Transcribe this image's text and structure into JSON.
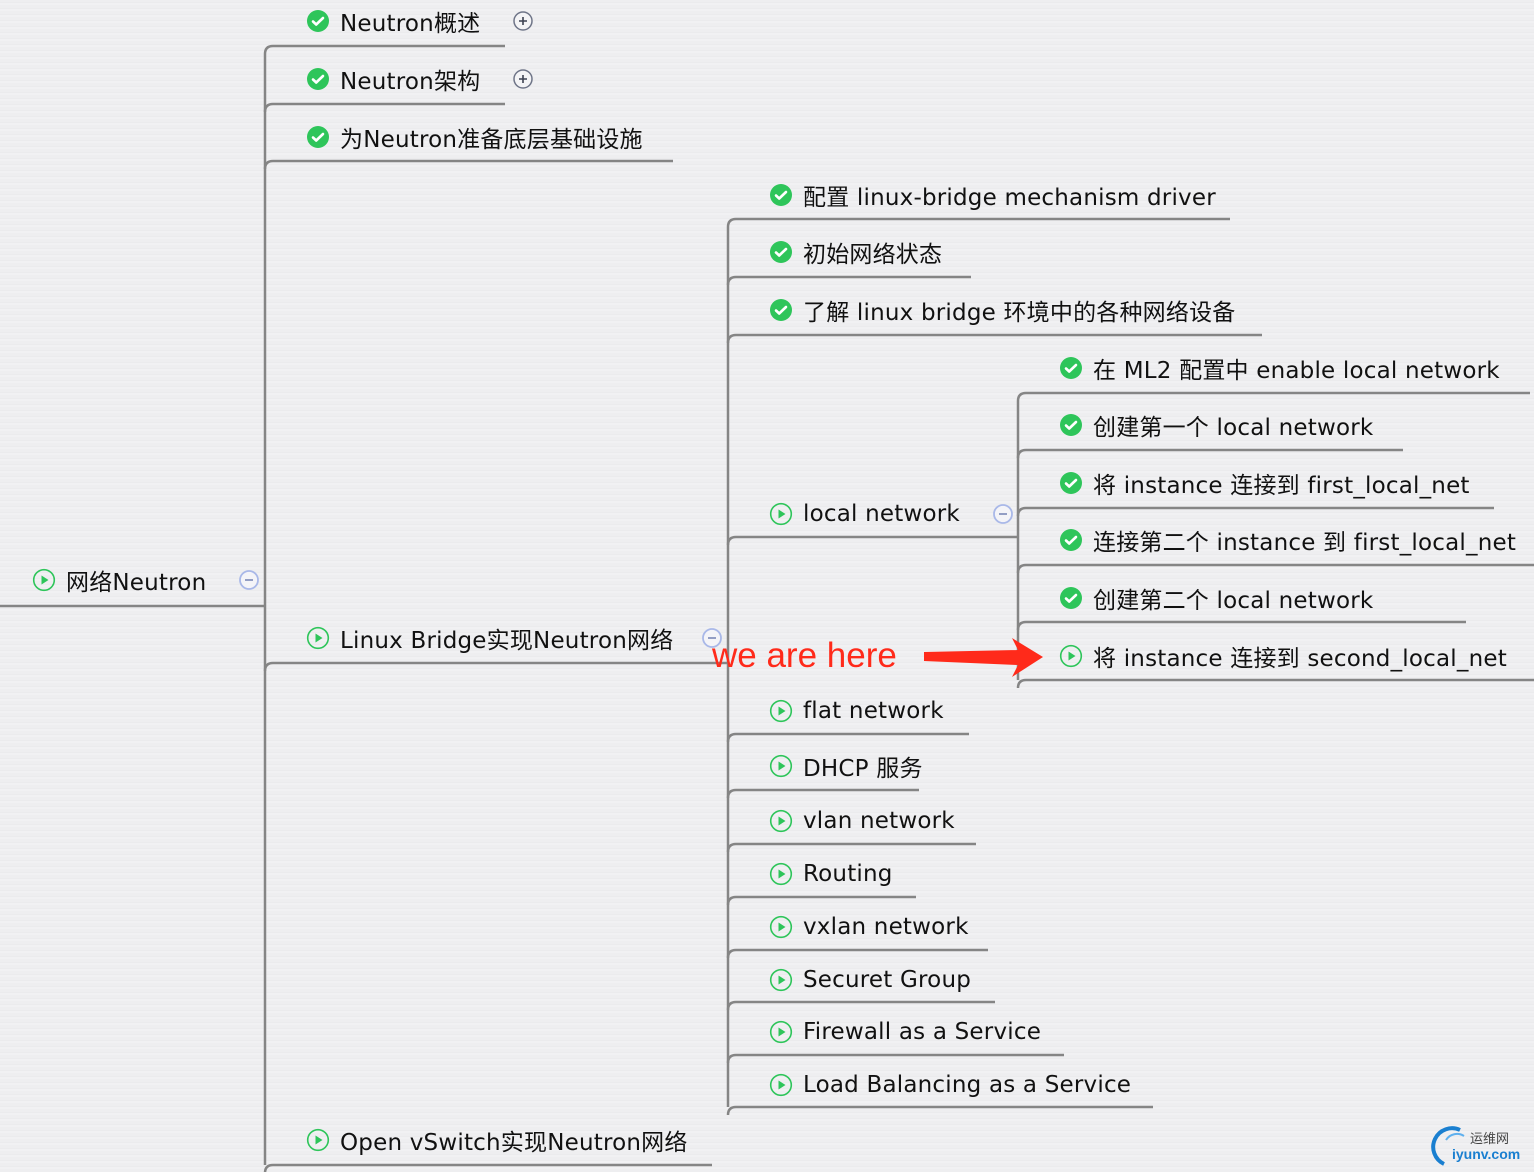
{
  "root": {
    "label": "网络Neutron",
    "status": "in-progress",
    "collapsed": false
  },
  "level1": [
    {
      "label": "Neutron概述",
      "status": "done",
      "toggle": "expand"
    },
    {
      "label": "Neutron架构",
      "status": "done",
      "toggle": "expand"
    },
    {
      "label": "为Neutron准备底层基础设施",
      "status": "done"
    },
    {
      "label": "Linux Bridge实现Neutron网络",
      "status": "in-progress",
      "toggle": "collapse"
    },
    {
      "label": "Open vSwitch实现Neutron网络",
      "status": "in-progress"
    }
  ],
  "level2": [
    {
      "label": "配置 linux-bridge mechanism driver",
      "status": "done"
    },
    {
      "label": "初始网络状态",
      "status": "done"
    },
    {
      "label": "了解 linux bridge 环境中的各种网络设备",
      "status": "done"
    },
    {
      "label": "local network",
      "status": "in-progress",
      "toggle": "collapse"
    },
    {
      "label": "flat network",
      "status": "in-progress"
    },
    {
      "label": "DHCP 服务",
      "status": "in-progress"
    },
    {
      "label": "vlan network",
      "status": "in-progress"
    },
    {
      "label": "Routing",
      "status": "in-progress"
    },
    {
      "label": "vxlan network",
      "status": "in-progress"
    },
    {
      "label": "Securet Group",
      "status": "in-progress"
    },
    {
      "label": "Firewall as a Service",
      "status": "in-progress"
    },
    {
      "label": "Load Balancing as a Service",
      "status": "in-progress"
    }
  ],
  "level3": [
    {
      "label": "在 ML2 配置中 enable local network",
      "status": "done"
    },
    {
      "label": "创建第一个 local network",
      "status": "done"
    },
    {
      "label": "将 instance 连接到 first_local_net",
      "status": "done"
    },
    {
      "label": "连接第二个 instance 到 first_local_net",
      "status": "done"
    },
    {
      "label": "创建第二个 local network",
      "status": "done"
    },
    {
      "label": "将 instance 连接到 second_local_net",
      "status": "in-progress"
    }
  ],
  "annotation": {
    "text": "we are here",
    "color": "#ff2a1a"
  },
  "watermark": {
    "cn": "运维网",
    "en": "iyunv.com"
  },
  "colors": {
    "done": "#2ec55a",
    "line": "#858585",
    "toggle": "#a9b8e8"
  }
}
